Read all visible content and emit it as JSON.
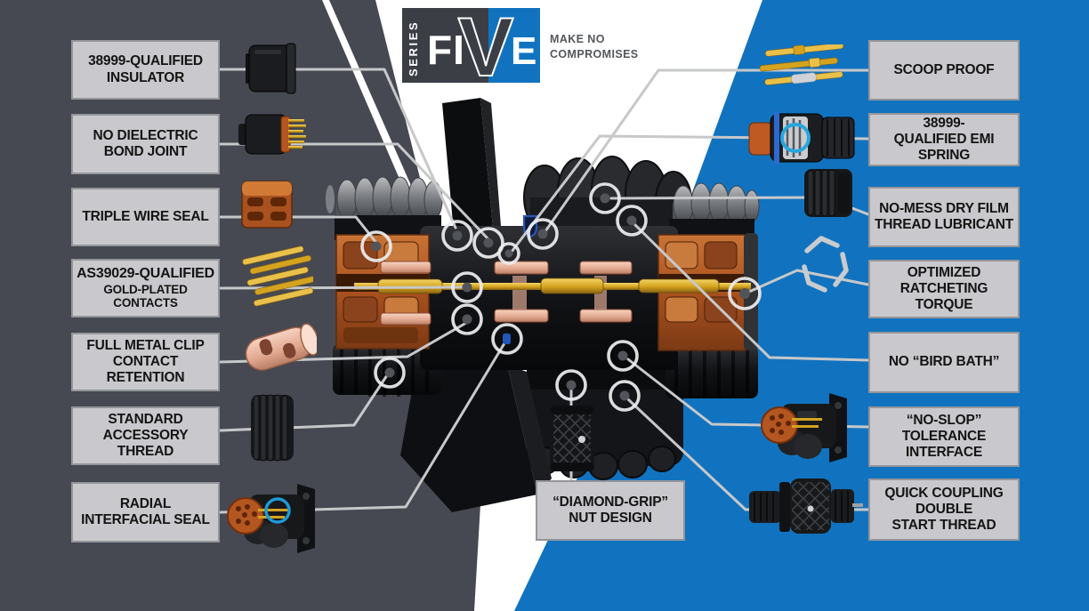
{
  "logo": {
    "series_vertical": "SERIES",
    "fi": "FI",
    "v": "V",
    "e": "E",
    "tagline": "MAKE NO\nCOMPROMISES"
  },
  "features": {
    "left": [
      {
        "label": "38999-QUALIFIED\nINSULATOR",
        "icon": "insulator-thumbnail"
      },
      {
        "label": "NO DIELECTRIC\nBOND JOINT",
        "icon": "bond-joint-thumbnail"
      },
      {
        "label": "TRIPLE WIRE SEAL",
        "icon": "wire-seal-thumbnail"
      },
      {
        "label": "AS39029-QUALIFIED",
        "sublabel": "GOLD-PLATED CONTACTS",
        "icon": "gold-contacts-thumbnail"
      },
      {
        "label": "FULL METAL CLIP\nCONTACT RETENTION",
        "icon": "metal-clip-thumbnail"
      },
      {
        "label": "STANDARD\nACCESSORY THREAD",
        "icon": "accessory-thread-thumbnail"
      },
      {
        "label": "RADIAL\nINTERFACIAL SEAL",
        "icon": "radial-seal-thumbnail"
      }
    ],
    "right": [
      {
        "label": "SCOOP PROOF",
        "icon": "scoop-proof-thumbnail"
      },
      {
        "label": "38999-\nQUALIFIED EMI SPRING",
        "icon": "emi-spring-thumbnail"
      },
      {
        "label": "NO-MESS DRY FILM\nTHREAD LUBRICANT",
        "icon": "thread-lubricant-thumbnail"
      },
      {
        "label": "OPTIMIZED\nRATCHETING TORQUE",
        "icon": "ratchet-spring-thumbnail"
      },
      {
        "label": "NO “BIRD BATH”",
        "icon": null
      },
      {
        "label": "“NO-SLOP” TOLERANCE\nINTERFACE",
        "icon": "no-slop-thumbnail"
      },
      {
        "label": "QUICK COUPLING\nDOUBLE\nSTART THREAD",
        "icon": "quick-coupling-thumbnail"
      }
    ],
    "bottom": [
      {
        "label": "“DIAMOND-GRIP”\nNUT DESIGN",
        "icon": "diamond-nut-thumbnail"
      }
    ]
  },
  "colors": {
    "background_left": "#464952",
    "background_right": "#1173bf",
    "label_background": "#c9c9cd",
    "leader_line": "#c7c8ca",
    "accent_blue": "#27a7e0",
    "connector_orange": "#b05a2b",
    "contact_gold": "#d4a31f",
    "clip_copper": "#e8b09a"
  }
}
